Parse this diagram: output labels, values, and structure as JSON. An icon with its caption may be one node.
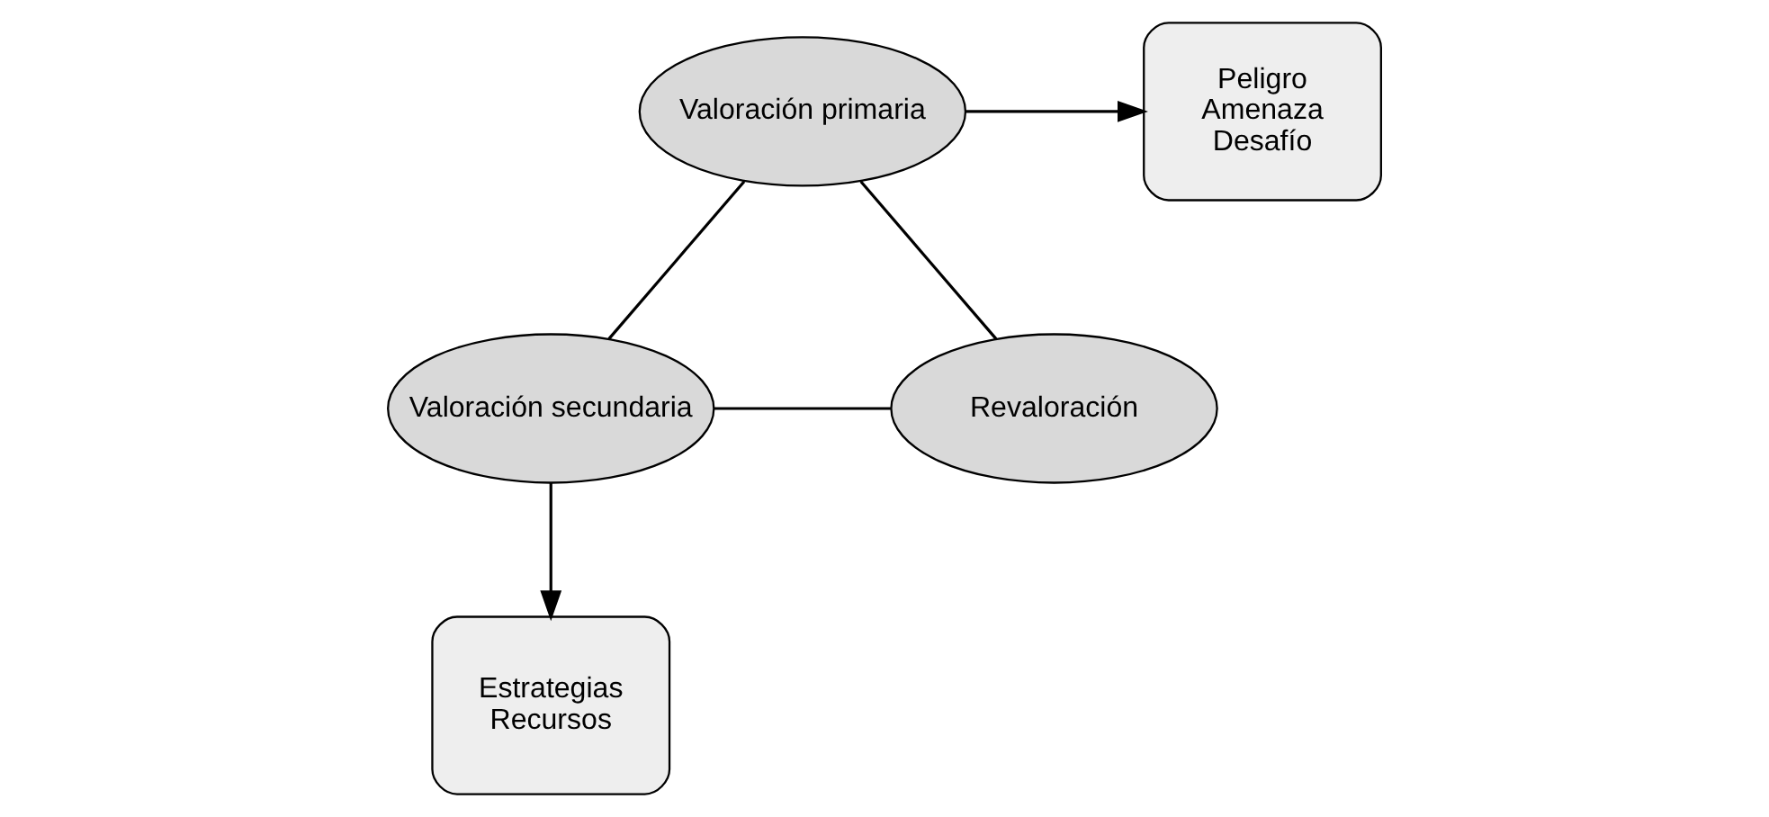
{
  "diagram": {
    "nodes": [
      {
        "text": [
          "Valoración primaria"
        ]
      },
      {
        "text": [
          "Peligro",
          "Amenaza",
          "Desafío"
        ]
      },
      {
        "text": [
          "Estrategias",
          "Recursos"
        ]
      },
      {
        "text": [
          "Valoración secundaria"
        ]
      },
      {
        "text": [
          "Revaloración"
        ]
      }
    ],
    "edges": [
      {
        "from": 0,
        "to": 1,
        "arrow": "to"
      },
      {
        "from": 0,
        "to": 3,
        "arrow": "none"
      },
      {
        "from": 0,
        "to": 4,
        "arrow": "none"
      },
      {
        "from": 3,
        "to": 2,
        "arrow": "to"
      },
      {
        "from": 3,
        "to": 4,
        "arrow": "none"
      }
    ]
  }
}
